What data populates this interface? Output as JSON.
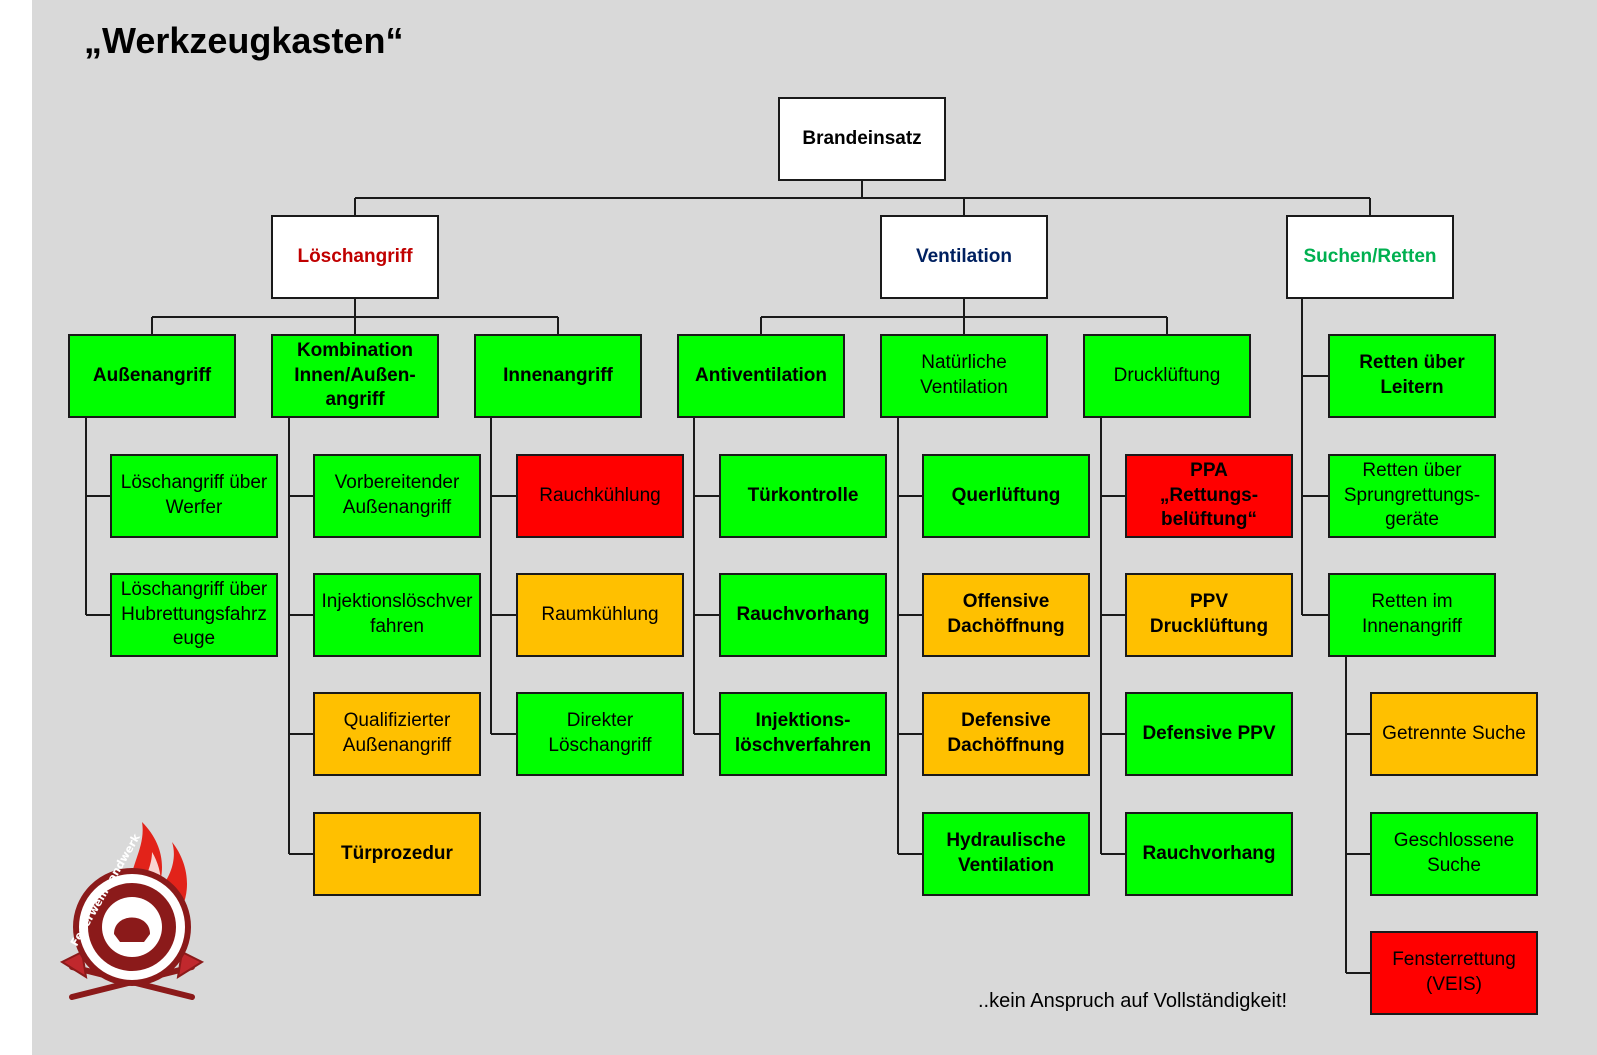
{
  "title": "„Werkzeugkasten“",
  "footnote": "..kein Anspruch auf Vollständigkeit!",
  "colors": {
    "background": "#d9d9d9",
    "green": "#00ff00",
    "orange": "#ffc000",
    "red": "#ff0000",
    "white": "#ffffff",
    "loeschangriff_text": "#c00000",
    "ventilation_text": "#002060",
    "suchen_text": "#00b050"
  },
  "logo": {
    "text": "Feuerwehrhandwerk",
    "icon": "flame-helmet-axes-logo"
  },
  "root": {
    "text": "Brandeinsatz",
    "bold": true,
    "color": "white"
  },
  "categories": [
    {
      "text": "Löschangriff",
      "text_color": "loeschangriff_text",
      "color": "white",
      "bold": true
    },
    {
      "text": "Ventilation",
      "text_color": "ventilation_text",
      "color": "white",
      "bold": true
    },
    {
      "text": "Suchen/Retten",
      "text_color": "suchen_text",
      "color": "white",
      "bold": true
    }
  ],
  "methods": [
    {
      "text": "Außenangriff",
      "color": "green",
      "bold": true
    },
    {
      "text": "Kombination\nInnen/Außen-\nangriff",
      "color": "green",
      "bold": true
    },
    {
      "text": "Innenangriff",
      "color": "green",
      "bold": true
    },
    {
      "text": "Antiventilation",
      "color": "green",
      "bold": true
    },
    {
      "text": "Natürliche\nVentilation",
      "color": "green",
      "bold": false
    },
    {
      "text": "Drucklüftung",
      "color": "green",
      "bold": false
    },
    {
      "text": "Retten über\nLeitern",
      "color": "green",
      "bold": true
    },
    {
      "text": "Retten über\nSprungrettungs-\ngeräte",
      "color": "green",
      "bold": false
    },
    {
      "text": "Retten im\nInnenangriff",
      "color": "green",
      "bold": false
    }
  ],
  "tactics": [
    {
      "text": "Löschangriff über\nWerfer",
      "color": "green",
      "bold": false
    },
    {
      "text": "Löschangriff über\nHubrettungsfahrz\neuge",
      "color": "green",
      "bold": false
    },
    {
      "text": "Vorbereitender\nAußenangriff",
      "color": "green",
      "bold": false
    },
    {
      "text": "Injektionslöschver\nfahren",
      "color": "green",
      "bold": false
    },
    {
      "text": "Qualifizierter\nAußenangriff",
      "color": "orange",
      "bold": false
    },
    {
      "text": "Türprozedur",
      "color": "orange",
      "bold": true
    },
    {
      "text": "Rauchkühlung",
      "color": "red",
      "bold": false
    },
    {
      "text": "Raumkühlung",
      "color": "orange",
      "bold": false
    },
    {
      "text": "Direkter\nLöschangriff",
      "color": "green",
      "bold": false
    },
    {
      "text": "Türkontrolle",
      "color": "green",
      "bold": true
    },
    {
      "text": "Rauchvorhang",
      "color": "green",
      "bold": true
    },
    {
      "text": "Injektions-\nlöschverfahren",
      "color": "green",
      "bold": true
    },
    {
      "text": "Querlüftung",
      "color": "green",
      "bold": true
    },
    {
      "text": "Offensive\nDachöffnung",
      "color": "orange",
      "bold": true
    },
    {
      "text": "Defensive\nDachöffnung",
      "color": "orange",
      "bold": true
    },
    {
      "text": "Hydraulische\nVentilation",
      "color": "green",
      "bold": true
    },
    {
      "text": "PPA\n„Rettungs-\nbelüftung“",
      "color": "red",
      "bold": true
    },
    {
      "text": "PPV\nDrucklüftung",
      "color": "orange",
      "bold": true
    },
    {
      "text": "Defensive PPV",
      "color": "green",
      "bold": true
    },
    {
      "text": "Rauchvorhang",
      "color": "green",
      "bold": true
    },
    {
      "text": "Getrennte Suche",
      "color": "orange",
      "bold": false
    },
    {
      "text": "Geschlossene\nSuche",
      "color": "green",
      "bold": false
    },
    {
      "text": "Fensterrettung\n(VEIS)",
      "color": "red",
      "bold": false
    }
  ]
}
